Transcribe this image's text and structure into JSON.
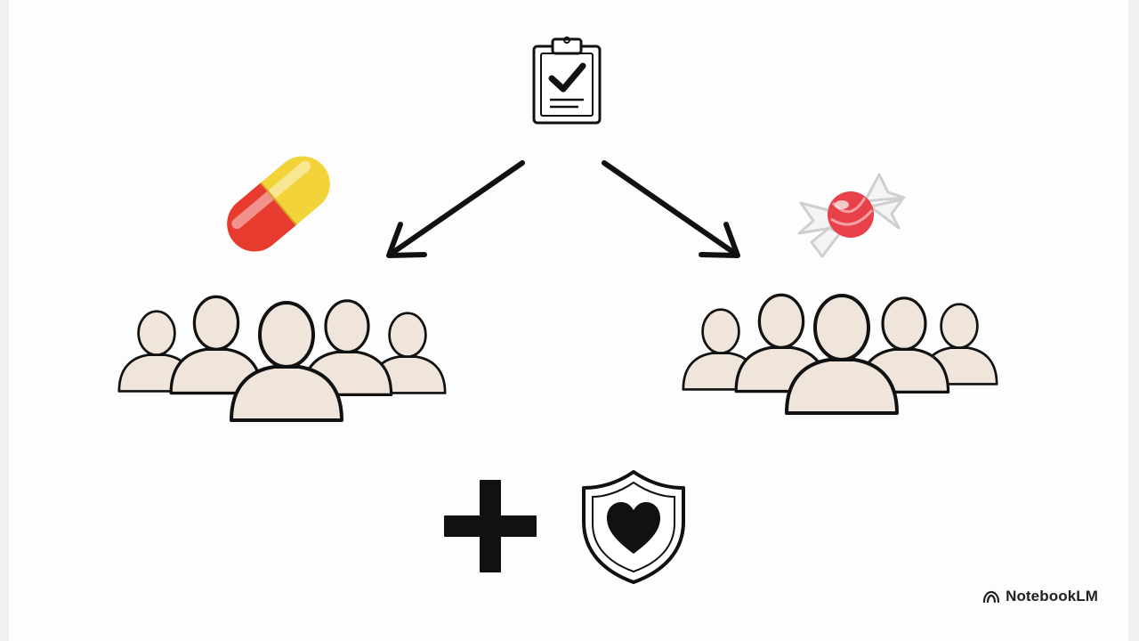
{
  "brand": {
    "name": "NotebookLM",
    "icon": "notebooklm-logo-icon"
  },
  "scene": {
    "protocol_icon": "clipboard-checklist-icon",
    "left_group": {
      "treatment_icon": "pill-capsule-icon",
      "people_icon": "people-group-icon",
      "people_count": 5
    },
    "right_group": {
      "treatment_icon": "candy-placebo-icon",
      "people_icon": "people-group-icon",
      "people_count": 5
    },
    "bottom_icons": [
      "medical-plus-icon",
      "heart-shield-icon"
    ],
    "colors": {
      "ink": "#111111",
      "person_fill": "#efe5da",
      "pill_red": "#e63b2e",
      "pill_yellow": "#f2d33a",
      "candy_red": "#e8414a",
      "wrapper_gray": "#cfcfcf"
    }
  }
}
